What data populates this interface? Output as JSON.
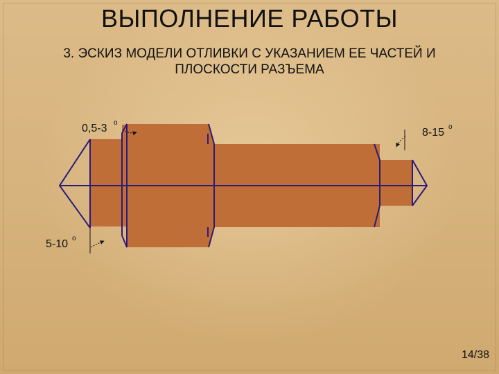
{
  "slide": {
    "title": "ВЫПОЛНЕНИЕ РАБОТЫ",
    "subtitle_line1": "3. ЭСКИЗ МОДЕЛИ ОТЛИВКИ С УКАЗАНИЕМ ЕЕ ЧАСТЕЙ И",
    "subtitle_line2": "ПЛОСКОСТИ РАЗЪЕМА",
    "page_number": "14/38"
  },
  "diagram": {
    "angle_labels": [
      {
        "value": "0,5-3",
        "degree": "o"
      },
      {
        "value": "8-15",
        "degree": "o"
      },
      {
        "value": "5-10",
        "degree": "o"
      }
    ],
    "colors": {
      "casting_fill": "#be6e36",
      "outline": "#2a1a7a",
      "background": "#d9b784"
    }
  }
}
